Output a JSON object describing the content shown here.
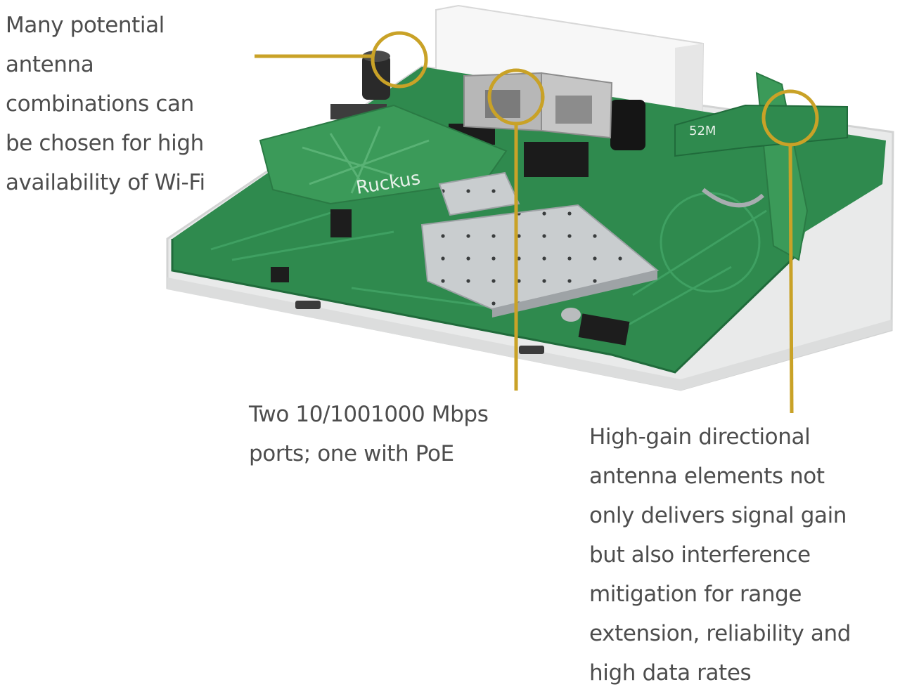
{
  "colors": {
    "callout": "#c9a227",
    "pcb": "#2f8a4e",
    "pcb_dark": "#206b3b",
    "shield": "#c8ccce",
    "housing": "#eeeeee",
    "text": "#4d4d4d"
  },
  "pcb_silkscreen": {
    "brand": "Ruckus",
    "mark": "52M"
  },
  "callouts": [
    {
      "text": "Many potential\nantenna\ncombinations can\nbe chosen for high\navailability of Wi-Fi"
    },
    {
      "text": "Two 10/1001000 Mbps\nports;  one with PoE"
    },
    {
      "text": "High-gain directional\nantenna elements not\nonly delivers signal gain\nbut also interference\nmitigation for range\nextension, reliability and\nhigh data rates"
    }
  ]
}
